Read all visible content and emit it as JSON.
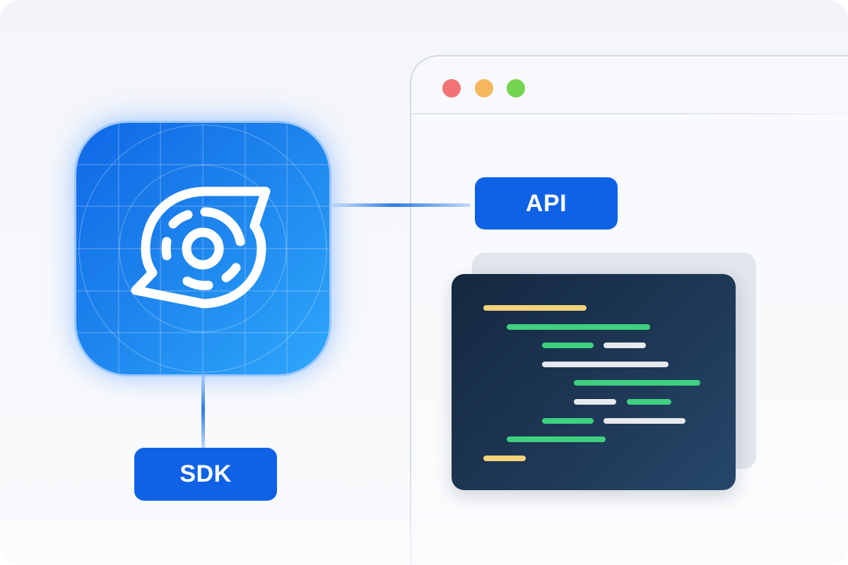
{
  "labels": {
    "api": "API",
    "sdk": "SDK"
  },
  "browser": {
    "traffic_lights": [
      "red",
      "yellow",
      "green"
    ]
  },
  "icons": {
    "app": "swirl-target-logo-icon"
  },
  "colors": {
    "accent": "#0f62e6",
    "icon_gradient_start": "#1068e6",
    "icon_gradient_end": "#2ea7fb",
    "code_background": "#1d3653",
    "code_yellow": "#f6d27a",
    "code_green": "#3ed07f",
    "code_white": "#e6e9ee",
    "dot_red": "#f07474",
    "dot_yellow": "#f4b75f",
    "dot_green": "#74d552"
  },
  "code_lines": [
    [
      {
        "color": "yellow"
      }
    ],
    [
      {
        "color": "green"
      }
    ],
    [
      {
        "color": "green"
      },
      {
        "color": "white"
      }
    ],
    [
      {
        "color": "white"
      }
    ],
    [
      {
        "color": "green"
      }
    ],
    [
      {
        "color": "white"
      },
      {
        "color": "green"
      }
    ],
    [
      {
        "color": "green"
      },
      {
        "color": "white"
      }
    ],
    [
      {
        "color": "green"
      }
    ],
    [
      {
        "color": "yellow"
      }
    ]
  ]
}
